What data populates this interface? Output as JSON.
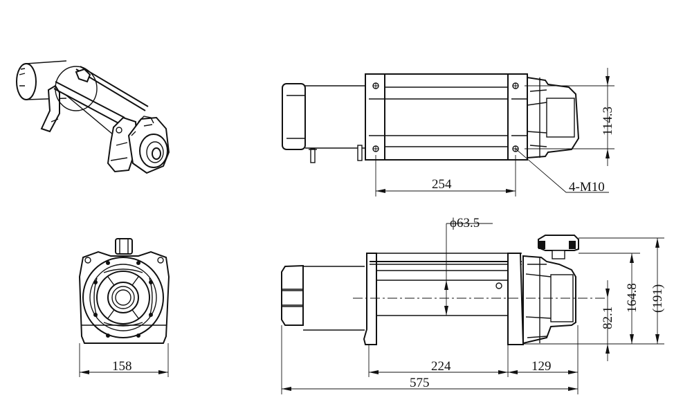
{
  "drawing": {
    "title": "Winch dimensional drawing",
    "views": [
      {
        "name": "isometric-view"
      },
      {
        "name": "top-view"
      },
      {
        "name": "end-view"
      },
      {
        "name": "front-view"
      }
    ]
  },
  "dimensions": {
    "top_view": {
      "mount_hole_spacing_length": "254",
      "mount_hole_spacing_width": "114.3",
      "bolt_callout": "4-M10"
    },
    "end_view": {
      "overall_width": "158"
    },
    "front_view": {
      "drum_diameter": "ϕ63.5",
      "drum_length": "224",
      "gearbox_length": "129",
      "overall_length": "575",
      "drum_center_height": "82.1",
      "body_height": "164.8",
      "overall_height": "(191)"
    }
  },
  "colors": {
    "line": "#111111",
    "background": "#ffffff"
  }
}
